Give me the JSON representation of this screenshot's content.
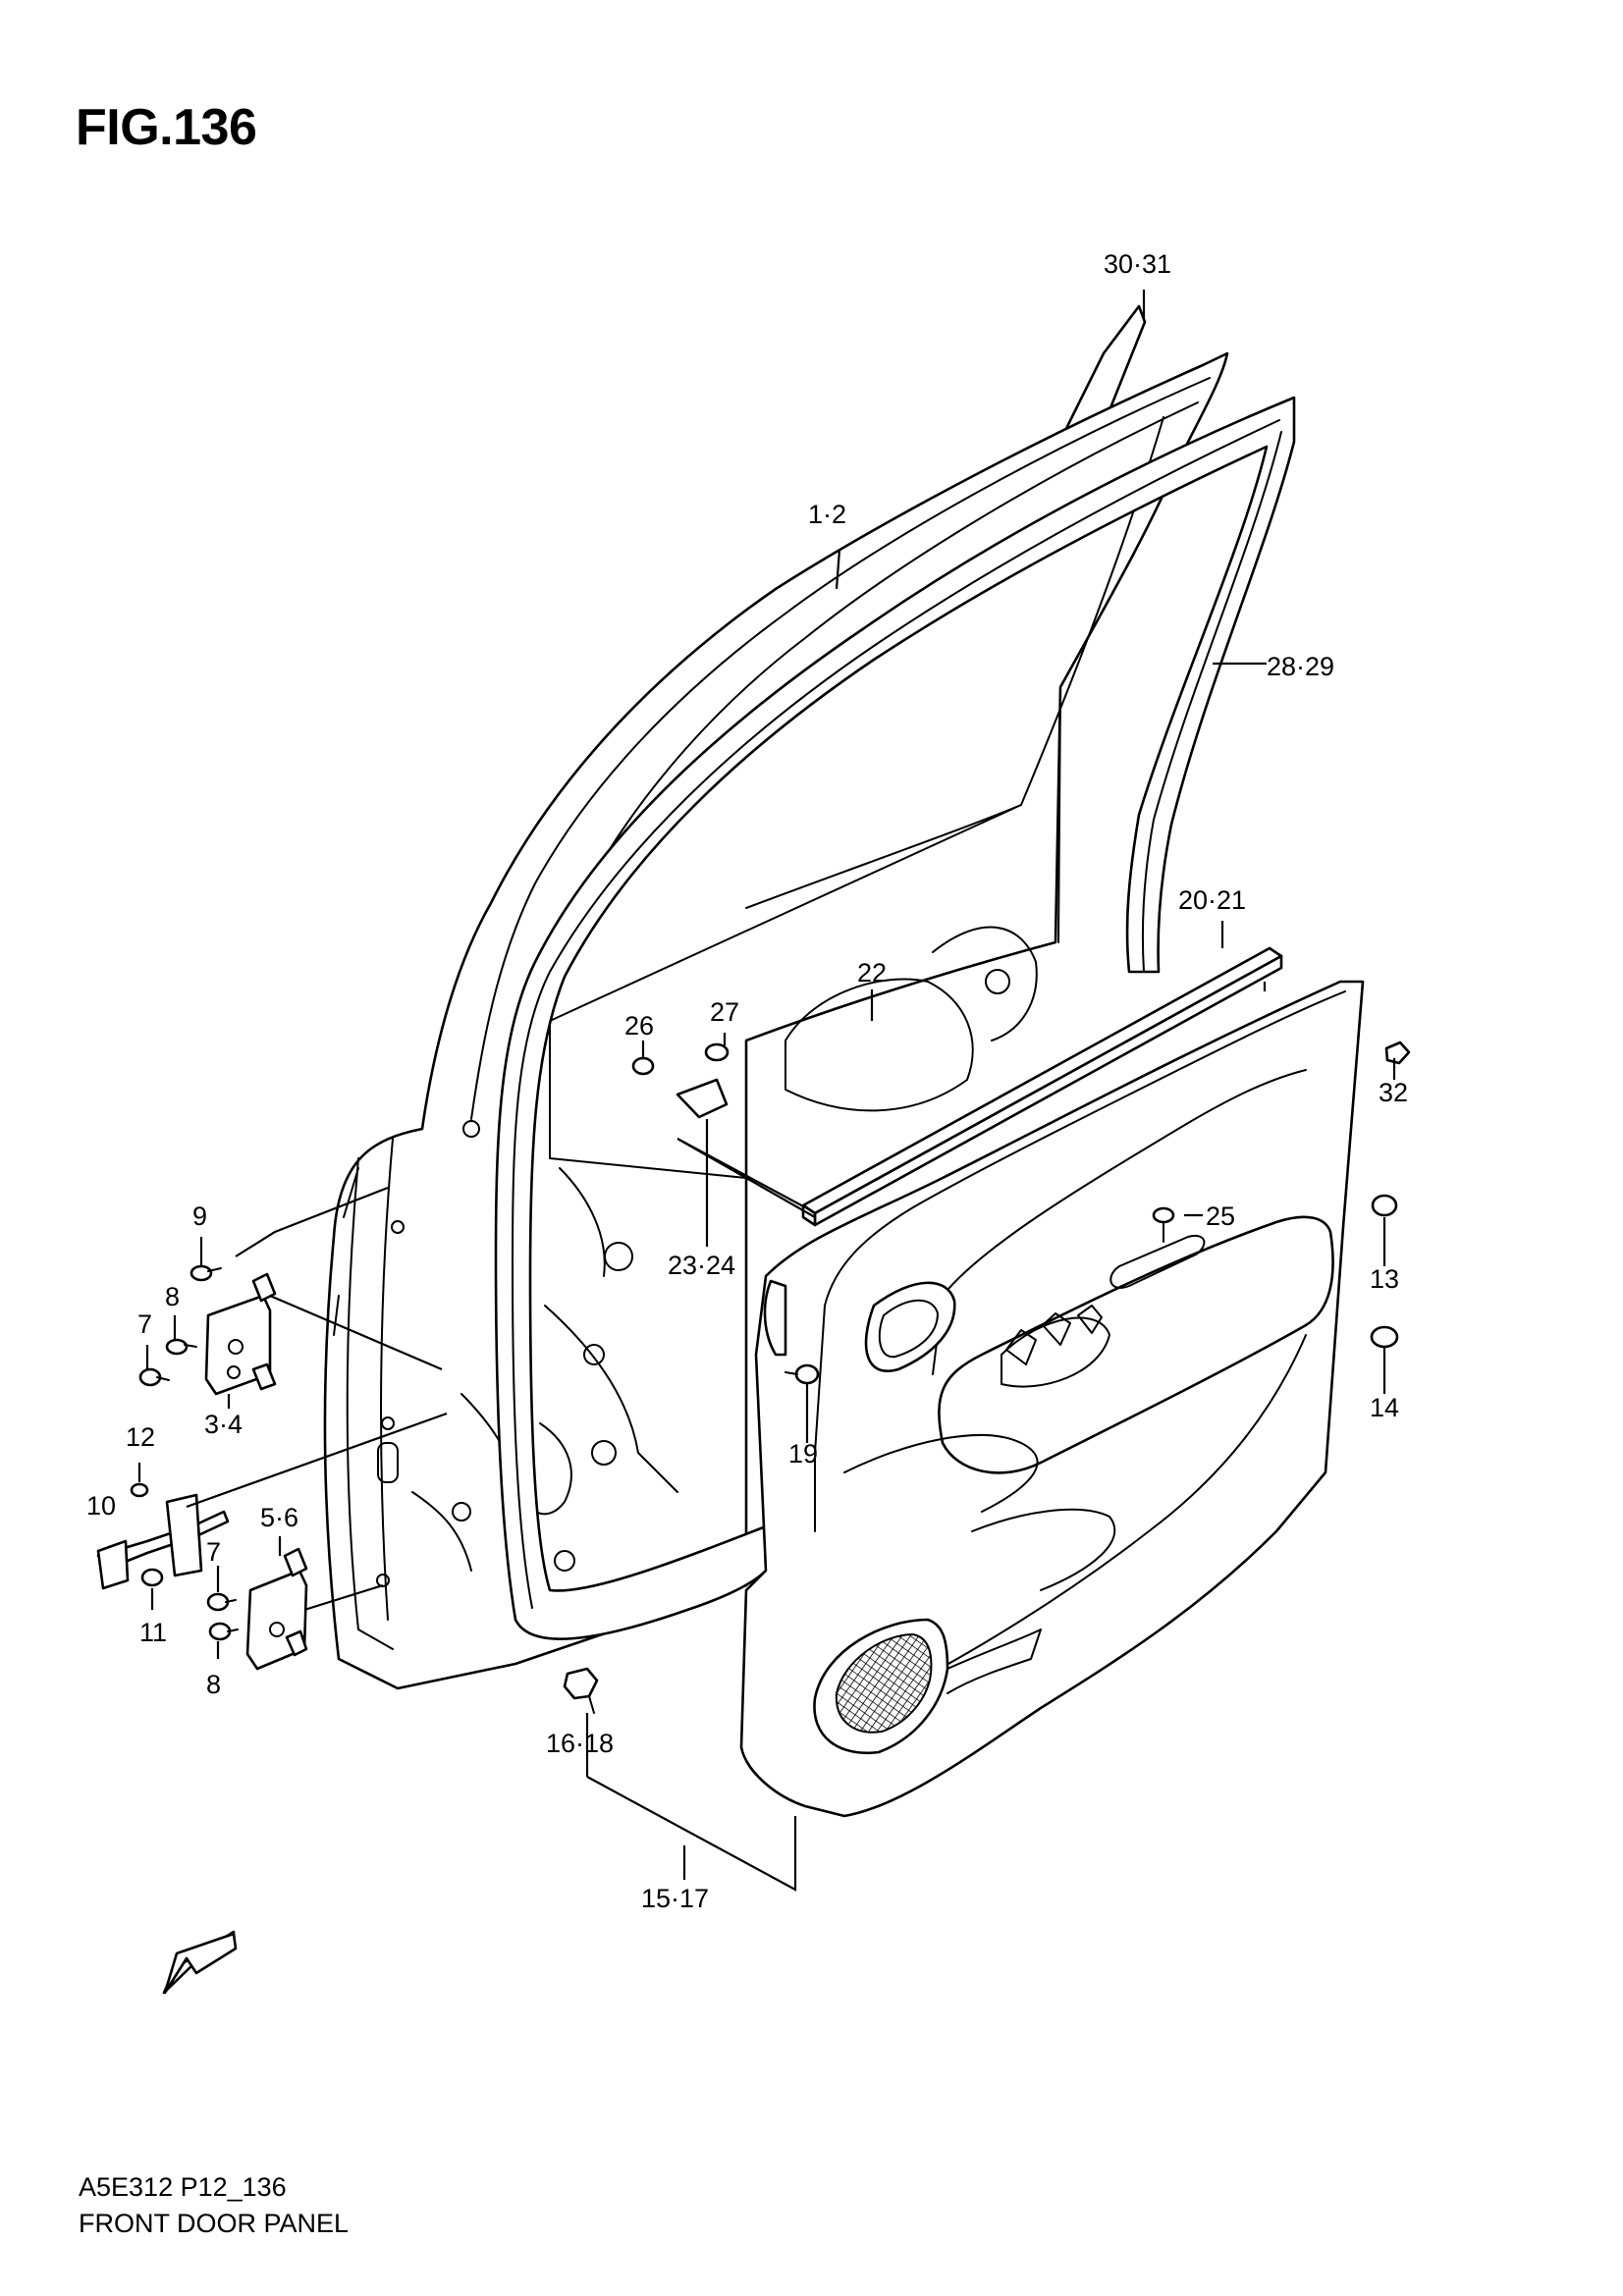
{
  "figure": {
    "title": "FIG.136",
    "code": "A5E312 P12_136",
    "name": "FRONT DOOR PANEL"
  },
  "callouts": {
    "c30_31": "30·31",
    "c1_2": "1·2",
    "c28_29": "28·29",
    "c20_21": "20·21",
    "c22": "22",
    "c27": "27",
    "c26": "26",
    "c32": "32",
    "c25": "25",
    "c13": "13",
    "c14": "14",
    "c9": "9",
    "c8a": "8",
    "c7a": "7",
    "c3_4": "3·4",
    "c23_24": "23·24",
    "c19": "19",
    "c12": "12",
    "c10": "10",
    "c5_6": "5·6",
    "c7b": "7",
    "c11": "11",
    "c8b": "8",
    "c16_18": "16·18",
    "c15_17": "15·17"
  },
  "fwd_label": "FWD"
}
